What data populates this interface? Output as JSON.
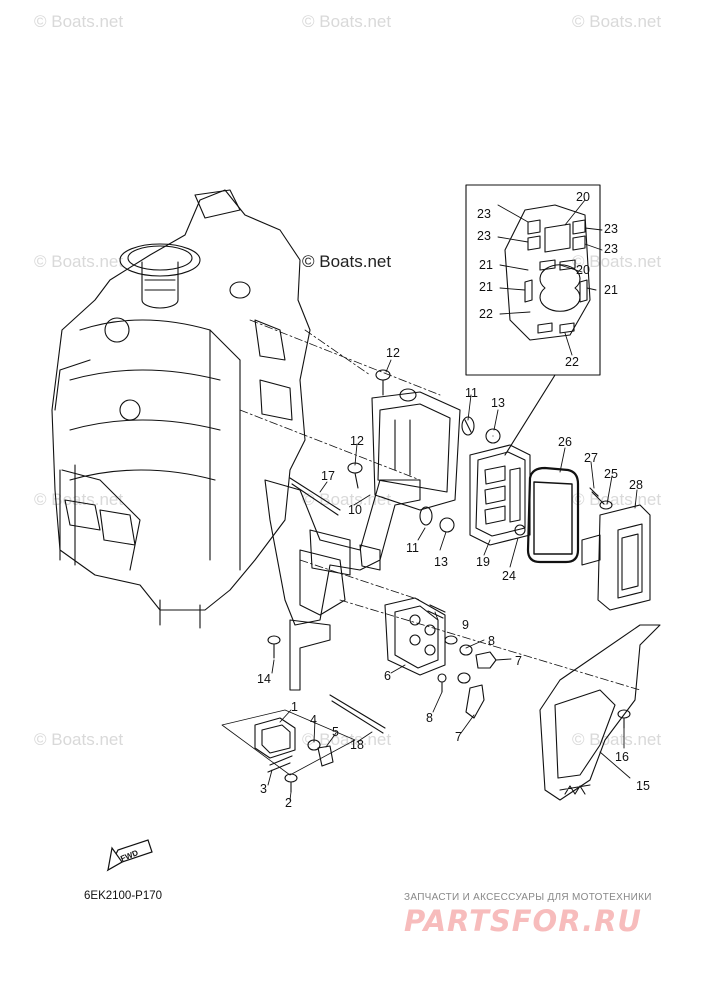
{
  "watermark": "© Boats.net",
  "watermark_main": "© Boats.net",
  "diagram_code": "6EK2100-P170",
  "promo_text": "ЗАПЧАСТИ И АКСЕССУАРЫ ДЛЯ МОТОТЕХНИКИ",
  "brand_text": "PARTSFOR.RU",
  "fwd_label": "FWD",
  "callouts": [
    "1",
    "2",
    "3",
    "4",
    "5",
    "6",
    "7",
    "7",
    "8",
    "8",
    "9",
    "10",
    "11",
    "11",
    "12",
    "12",
    "13",
    "13",
    "14",
    "15",
    "16",
    "17",
    "18",
    "19",
    "20",
    "20",
    "21",
    "21",
    "21",
    "22",
    "22",
    "23",
    "23",
    "23",
    "23",
    "24",
    "25",
    "26",
    "27",
    "28"
  ]
}
